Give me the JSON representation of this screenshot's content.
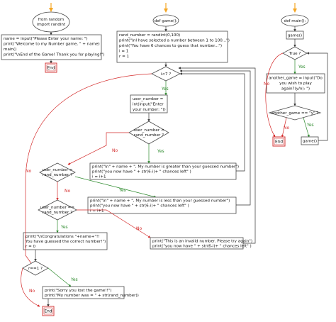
{
  "module": {
    "import": [
      "from random",
      "import randint"
    ],
    "main_code": [
      "name = input(\"Please Enter your name: \")",
      "print(\"Welcome to my Number game, \" + name)",
      "main()",
      "print(\"\\nEnd of the Game! Thank you for playing!\")"
    ],
    "end": "End"
  },
  "game": {
    "def": "def game():",
    "init": [
      "rand_number = randint(0,100)",
      "print(\"\\nI have selected a number between 1 to 100...\")",
      "print(\"You have 6 chances to guess that number...\")",
      "i = 1",
      "r = 1"
    ],
    "loop_cond": "i<7 ?",
    "input": [
      "user_number =",
      "int(input(\"Enter",
      "your number: \"))"
    ],
    "less_cond": [
      "user_number <",
      "rand_number ?"
    ],
    "greater_stmt": [
      "print(\"\\n\" + name + \", My number is greater than your guessed number\")",
      "print(\"you now have \" + str(6-i)+ \" chances left\" )",
      "i = i+1"
    ],
    "greater_cond": [
      "user_number >",
      "rand_number ?"
    ],
    "less_stmt": [
      "print(\"\\n\" + name + \", My number is less than your guessed number\")",
      "print(\"you now have \" + str(6-i)+ \" chances left\" )",
      "i = i+1"
    ],
    "equal_cond": [
      "user_number ==",
      "rand_number ?"
    ],
    "congrats": [
      "print(\"\\nCongratulations \"+name+\"!!",
      "You have guessed the correct number!\")",
      "r = 0"
    ],
    "invalid": [
      "print(\"This is an invalid number. Please try again\")",
      "print(\"you now have \" + str(6-i)+ \" chances left\" )"
    ],
    "r_cond": "r==1 ?",
    "lost": [
      "print(\"Sorry you lost the game!!\")",
      "print(\"My number was = \" + str(rand_number))"
    ],
    "end": "End"
  },
  "main": {
    "def": "def main():",
    "call_game": "game()",
    "true_cond": "True ?",
    "again": [
      "another_game = input(\"Do",
      "you wish to play",
      "again?(y/n): \")"
    ],
    "again_cond": "another_game == \"y\" ?",
    "call_game2": "game()",
    "end": "End"
  },
  "labels": {
    "yes": "Yes",
    "no": "No"
  },
  "colors": {
    "start_arrow": "#f5a623",
    "yes_line": "#2e8b2e",
    "no_line": "#d42a2a",
    "end_border": "#d43b3b"
  }
}
